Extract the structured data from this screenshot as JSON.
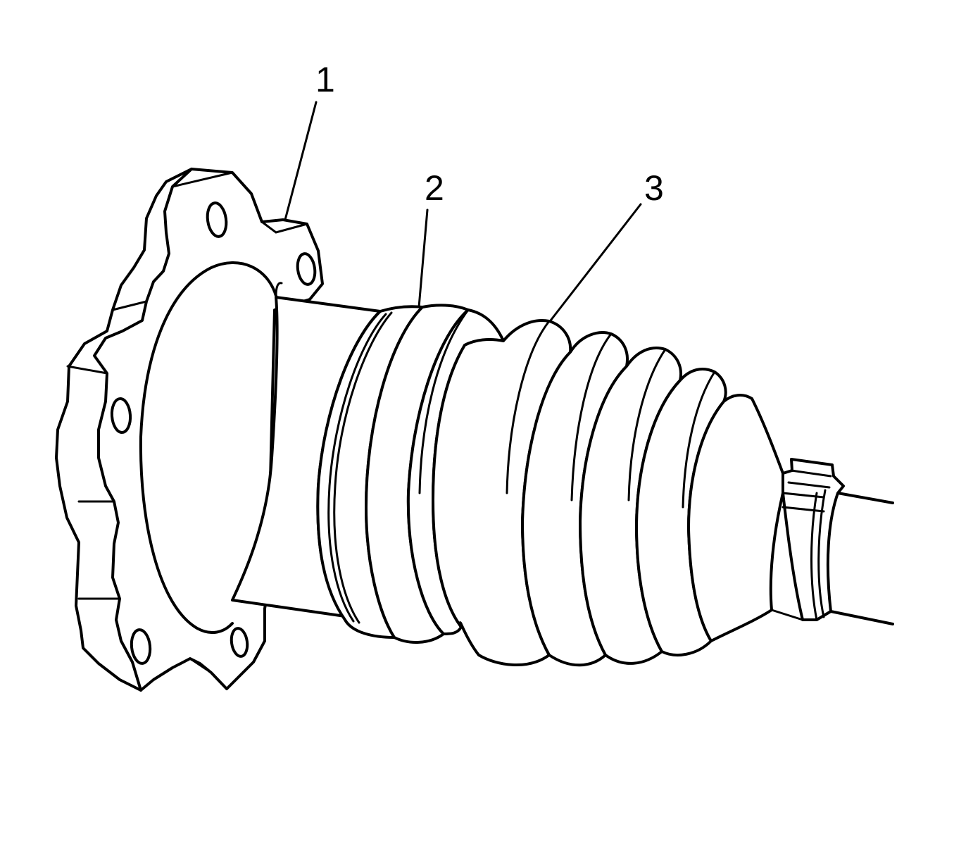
{
  "callouts": [
    {
      "label": "1",
      "part": "flange"
    },
    {
      "label": "2",
      "part": "clamp"
    },
    {
      "label": "3",
      "part": "boot"
    }
  ]
}
